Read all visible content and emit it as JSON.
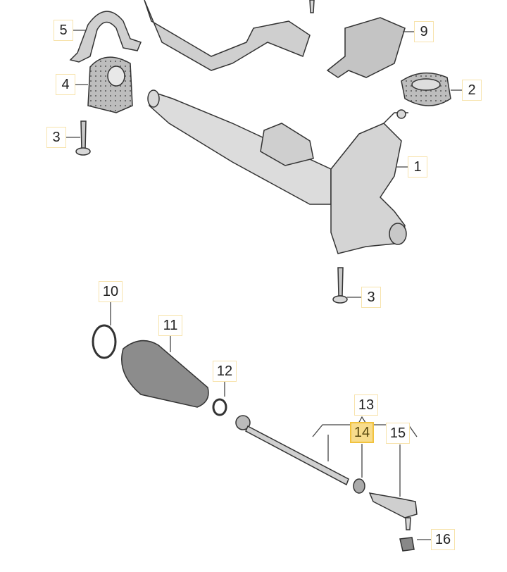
{
  "diagram": {
    "title": "Steering rack exploded view",
    "highlight_color": "#f8dc8c",
    "callout_border_color": "#f7e3ac",
    "callouts": [
      {
        "id": "c5",
        "label": "5"
      },
      {
        "id": "c4",
        "label": "4"
      },
      {
        "id": "c3a",
        "label": "3"
      },
      {
        "id": "c9",
        "label": "9"
      },
      {
        "id": "c2",
        "label": "2"
      },
      {
        "id": "c1",
        "label": "1"
      },
      {
        "id": "c3b",
        "label": "3"
      },
      {
        "id": "c10",
        "label": "10"
      },
      {
        "id": "c11",
        "label": "11"
      },
      {
        "id": "c12",
        "label": "12"
      },
      {
        "id": "c13",
        "label": "13"
      },
      {
        "id": "c14",
        "label": "14",
        "highlighted": true
      },
      {
        "id": "c15",
        "label": "15"
      },
      {
        "id": "c16",
        "label": "16"
      }
    ]
  }
}
